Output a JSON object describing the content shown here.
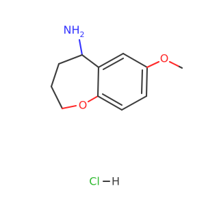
{
  "molecule": {
    "atoms": {
      "nh2": "NH",
      "nh2_sub": "2",
      "ring_oxygen": "O",
      "methoxy_oxygen": "O",
      "chlorine": "Cl",
      "hydrogen": "H"
    },
    "colors": {
      "bond": "#3d3d3d",
      "nitrogen": "#3333ff",
      "oxygen": "#ff2a2a",
      "chlorine": "#33bb33"
    }
  }
}
